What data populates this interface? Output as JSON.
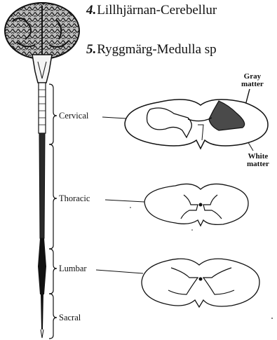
{
  "headings": [
    {
      "number": "4.",
      "text": "Lillhjärnan-Cerebellur"
    },
    {
      "number": "5.",
      "text": "Ryggmärg-Medulla sp"
    }
  ],
  "segments": {
    "cervical": "Cervical",
    "thoracic": "Thoracic",
    "lumbar": "Lumbar",
    "sacral": "Sacral"
  },
  "matter_labels": {
    "gray_line1": "Gray",
    "gray_line2": "matter",
    "white_line1": "White",
    "white_line2": "matter"
  },
  "colors": {
    "ink": "#111111",
    "gray_matter": "#4a4a4a",
    "brain": "#3a3a3a"
  }
}
